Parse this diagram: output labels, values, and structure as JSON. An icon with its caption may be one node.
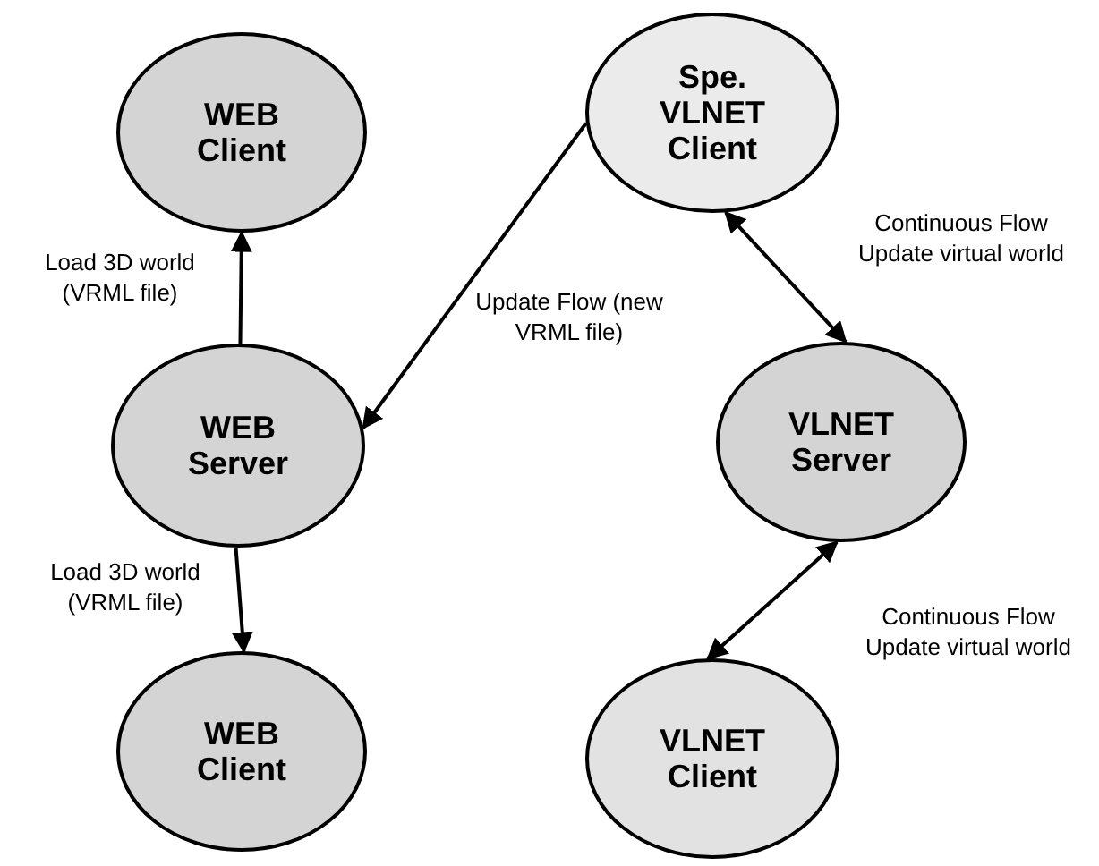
{
  "diagram": {
    "nodes": [
      {
        "text": [
          "WEB Client"
        ]
      },
      {
        "text": [
          "Spe. VLNET Client"
        ]
      },
      {
        "text": [
          "WEB Server"
        ]
      },
      {
        "text": [
          "VLNET Server"
        ]
      },
      {
        "text": [
          "WEB Client"
        ]
      },
      {
        "text": [
          "VLNET Client"
        ]
      }
    ],
    "edges": [
      {
        "from": 2,
        "to": 0,
        "arrow": "to",
        "label": "Load 3D world (VRML file)"
      },
      {
        "from": 1,
        "to": 2,
        "arrow": "to",
        "label": "Update Flow (new VRML file)"
      },
      {
        "from": 1,
        "to": 3,
        "arrow": "both",
        "label": "Continuous Flow Update virtual world"
      },
      {
        "from": 2,
        "to": 4,
        "arrow": "to",
        "label": "Load 3D world (VRML file)"
      },
      {
        "from": 3,
        "to": 5,
        "arrow": "both",
        "label": "Continuous Flow Update virtual world"
      }
    ]
  }
}
